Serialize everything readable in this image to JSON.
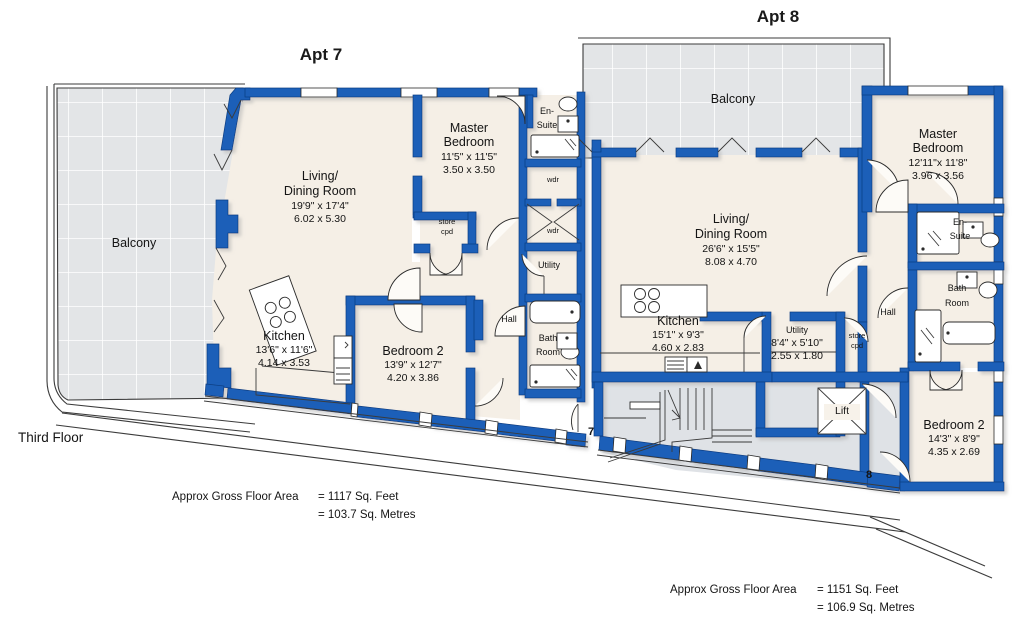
{
  "page": {
    "floor_label": "Third Floor"
  },
  "apartments": [
    {
      "id": "apt7",
      "title": "Apt 7",
      "door_number": "7",
      "area": {
        "label": "Approx Gross Floor Area",
        "sqft_line": "=  1117  Sq. Feet",
        "sqm_line": "=  103.7  Sq. Metres"
      },
      "rooms": [
        {
          "key": "balcony",
          "name": "Balcony",
          "name2": "",
          "imperial": "",
          "metric": ""
        },
        {
          "key": "living",
          "name": "Living/",
          "name2": "Dining Room",
          "imperial": "19'9\" x 17'4\"",
          "metric": "6.02  x  5.30"
        },
        {
          "key": "master",
          "name": "Master",
          "name2": "Bedroom",
          "imperial": "11'5\" x 11'5\"",
          "metric": "3.50  x  3.50"
        },
        {
          "key": "ensuite",
          "name": "En-",
          "name2": "Suite",
          "imperial": "",
          "metric": ""
        },
        {
          "key": "kitchen",
          "name": "Kitchen",
          "name2": "",
          "imperial": "13'6\" x  11'6\"",
          "metric": "4.14  x  3.53"
        },
        {
          "key": "bed2",
          "name": "Bedroom 2",
          "name2": "",
          "imperial": "13'9\" x 12'7\"",
          "metric": "4.20  x  3.86"
        },
        {
          "key": "bathroom",
          "name": "Bath",
          "name2": "Room",
          "imperial": "",
          "metric": ""
        },
        {
          "key": "utility",
          "name": "Utility",
          "name2": "",
          "imperial": "",
          "metric": ""
        },
        {
          "key": "hall",
          "name": "Hall",
          "name2": "",
          "imperial": "",
          "metric": ""
        },
        {
          "key": "store",
          "name": "store",
          "name2": "cpd",
          "imperial": "",
          "metric": ""
        },
        {
          "key": "wdr1",
          "name": "wdr",
          "name2": "",
          "imperial": "",
          "metric": ""
        },
        {
          "key": "wdr2",
          "name": "wdr",
          "name2": "",
          "imperial": "",
          "metric": ""
        }
      ]
    },
    {
      "id": "apt8",
      "title": "Apt 8",
      "door_number": "8",
      "area": {
        "label": "Approx Gross Floor Area",
        "sqft_line": "=  1151  Sq. Feet",
        "sqm_line": "=  106.9  Sq. Metres"
      },
      "rooms": [
        {
          "key": "balcony",
          "name": "Balcony",
          "name2": "",
          "imperial": "",
          "metric": ""
        },
        {
          "key": "living",
          "name": "Living/",
          "name2": "Dining Room",
          "imperial": "26'6\" x 15'5\"",
          "metric": "8.08  x  4.70"
        },
        {
          "key": "master",
          "name": "Master",
          "name2": "Bedroom",
          "imperial": "12'11\"x  11'8\"",
          "metric": "3.96  x  3.56"
        },
        {
          "key": "ensuite",
          "name": "En-",
          "name2": "Suite",
          "imperial": "",
          "metric": ""
        },
        {
          "key": "kitchen",
          "name": "Kitchen",
          "name2": "",
          "imperial": "15'1\"  x   9'3\"",
          "metric": "4.60  x  2.83"
        },
        {
          "key": "bed2",
          "name": "Bedroom 2",
          "name2": "",
          "imperial": "14'3\"  x   8'9\"",
          "metric": "4.35  x  2.69"
        },
        {
          "key": "bathroom",
          "name": "Bath",
          "name2": "Room",
          "imperial": "",
          "metric": ""
        },
        {
          "key": "utility",
          "name": "Utility",
          "name2": "",
          "imperial": "8'4\"   x  5'10\"",
          "metric": "2.55  x  1.80"
        },
        {
          "key": "hall",
          "name": "Hall",
          "name2": "",
          "imperial": "",
          "metric": ""
        },
        {
          "key": "store",
          "name": "store",
          "name2": "cpd",
          "imperial": "",
          "metric": ""
        }
      ]
    }
  ],
  "common": {
    "lift_label": "Lift"
  },
  "colors": {
    "wall": "#1a5fb8",
    "room_fill": "#f5efe6",
    "balcony_fill": "#e3e5e7",
    "common_fill": "#dfe2e6",
    "text": "#141414"
  }
}
